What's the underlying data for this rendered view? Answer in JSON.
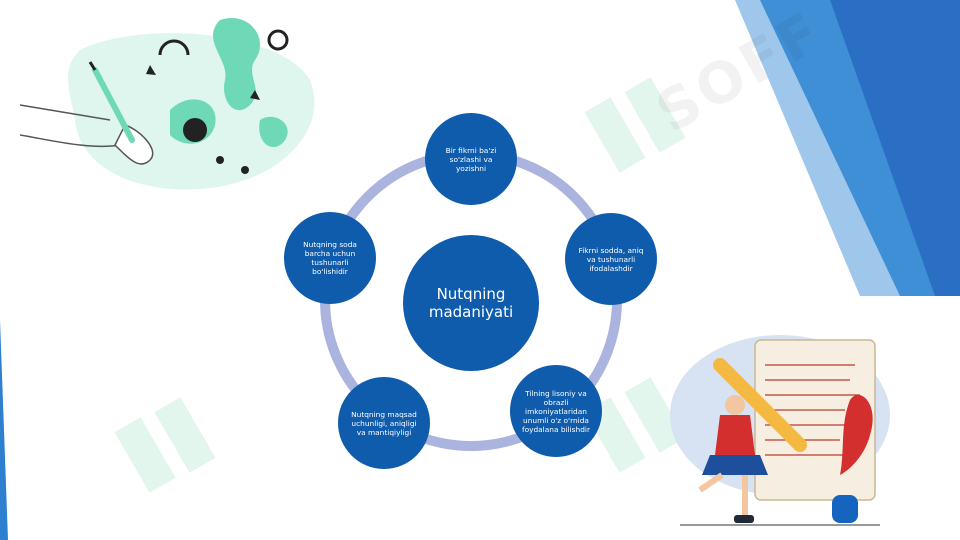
{
  "diagram": {
    "center": "Nutqning madaniyati",
    "nodes": [
      "Bir fikrni ba'zi so'zlashi va yozishni",
      "Fikrni sodda, aniq va tushunarli ifodalashdir",
      "Tilning lisoniy va obrazli imkoniyatlaridan unumli o'z o'rnida foydalana bilishdir",
      "Nutqning maqsad uchunligi, aniqligi va mantiqiyligi",
      "Nutqning soda barcha uchun tushunarli bo'lishidir"
    ]
  },
  "colors": {
    "node_fill": "#0f5cad",
    "ring": "#aab4de",
    "accent_blue": "#2f80d1",
    "teal": "#6fd9b7"
  },
  "watermark": "SOFF"
}
